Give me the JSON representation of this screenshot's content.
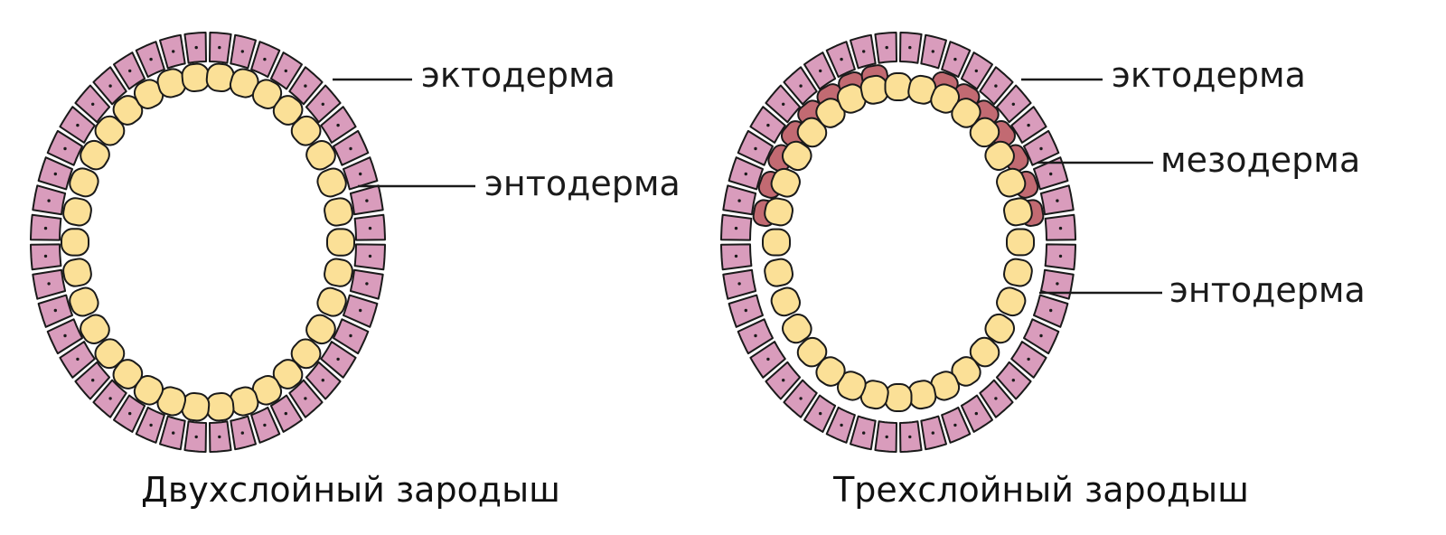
{
  "colors": {
    "ectoderm": "#d99cbc",
    "endoderm": "#fbe097",
    "mesoderm": "#c26a72",
    "outline": "#1a1a1a"
  },
  "left_embryo": {
    "caption": "Двухслойный зародыш",
    "labels": {
      "ectoderm": "эктодерма",
      "endoderm": "энтодерма"
    }
  },
  "right_embryo": {
    "caption": "Трехслойный зародыш",
    "labels": {
      "ectoderm": "эктодерма",
      "mesoderm": "мезодерма",
      "endoderm": "энтодерма"
    }
  }
}
